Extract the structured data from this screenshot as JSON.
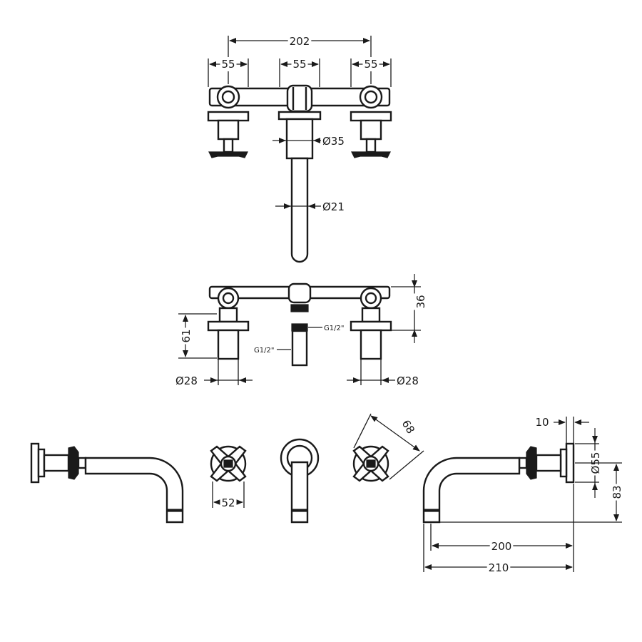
{
  "dimensions": {
    "overall_width": "202",
    "handle_spacing_left": "55",
    "handle_spacing_center": "55",
    "handle_spacing_right": "55",
    "spout_collar_diameter": "Ø35",
    "spout_diameter": "Ø21",
    "body_height": "36",
    "body_drop": "61",
    "inlet_thread_upper": "G1/2\"",
    "inlet_thread_lower": "G1/2\"",
    "sleeve_diameter_left": "Ø28",
    "sleeve_diameter_right": "Ø28",
    "handle_width": "52",
    "handle_diagonal": "68",
    "flange_depth": "10",
    "flange_diameter": "Ø55",
    "spout_drop": "83",
    "spout_reach": "200",
    "overall_projection": "210"
  }
}
